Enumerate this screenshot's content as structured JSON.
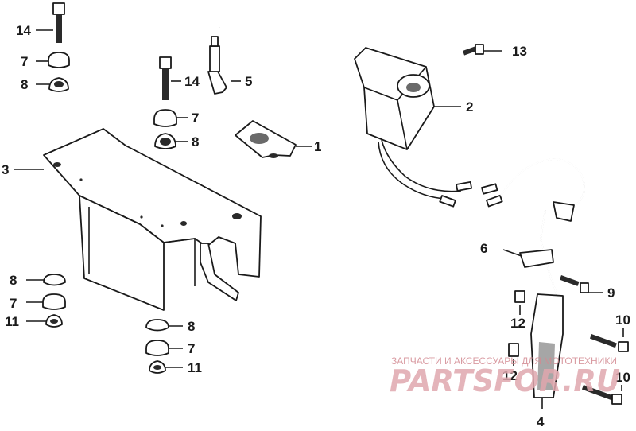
{
  "diagram": {
    "callouts": [
      {
        "id": "c1",
        "label": "1"
      },
      {
        "id": "c2",
        "label": "2"
      },
      {
        "id": "c3",
        "label": "3"
      },
      {
        "id": "c4",
        "label": "4"
      },
      {
        "id": "c5",
        "label": "5"
      },
      {
        "id": "c6",
        "label": "6"
      },
      {
        "id": "c7a",
        "label": "7"
      },
      {
        "id": "c7b",
        "label": "7"
      },
      {
        "id": "c7c",
        "label": "7"
      },
      {
        "id": "c7d",
        "label": "7"
      },
      {
        "id": "c8a",
        "label": "8"
      },
      {
        "id": "c8b",
        "label": "8"
      },
      {
        "id": "c8c",
        "label": "8"
      },
      {
        "id": "c8d",
        "label": "8"
      },
      {
        "id": "c9",
        "label": "9"
      },
      {
        "id": "c10a",
        "label": "10"
      },
      {
        "id": "c10b",
        "label": "10"
      },
      {
        "id": "c11a",
        "label": "11"
      },
      {
        "id": "c11b",
        "label": "11"
      },
      {
        "id": "c12a",
        "label": "12"
      },
      {
        "id": "c12b",
        "label": "12"
      },
      {
        "id": "c13",
        "label": "13"
      },
      {
        "id": "c14a",
        "label": "14"
      },
      {
        "id": "c14b",
        "label": "14"
      }
    ]
  },
  "watermark": {
    "subtitle": "ЗАПЧАСТИ И АКСЕССУАРЫ ДЛЯ МОТОТЕХНИКИ",
    "logo": "PARTSFOR.RU"
  }
}
